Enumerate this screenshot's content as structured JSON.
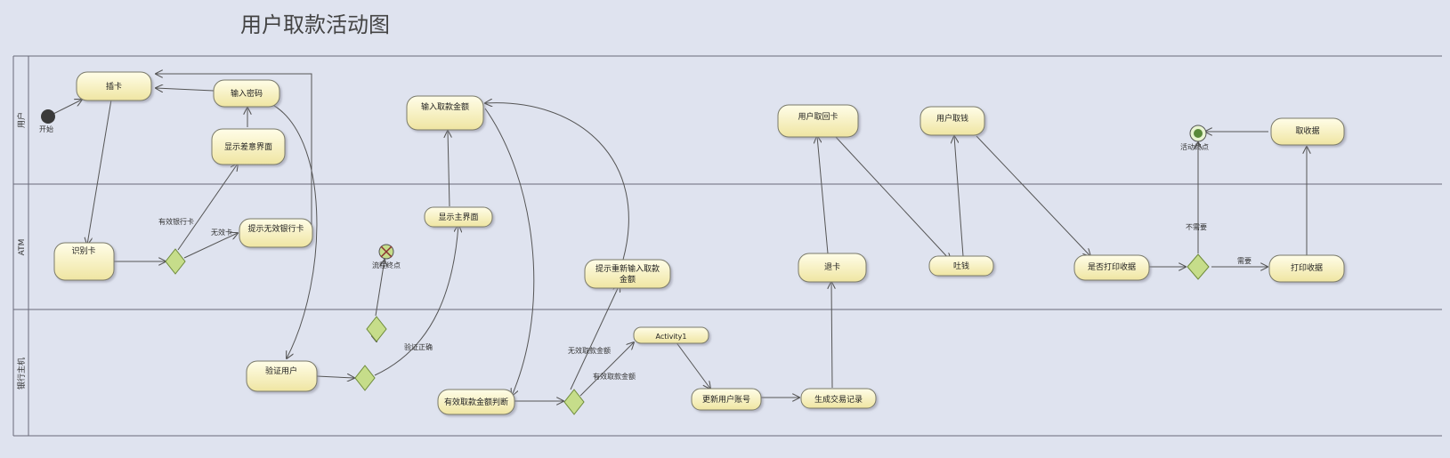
{
  "title": "用户取款活动图",
  "lanes": [
    {
      "id": "user",
      "label": "用户"
    },
    {
      "id": "atm",
      "label": "ATM"
    },
    {
      "id": "bank",
      "label": "银行主机"
    }
  ],
  "nodes": {
    "insert_card": "插卡",
    "enter_pwd": "输入密码",
    "show_error": "显示差意界面",
    "enter_amount": "输入取款金额",
    "take_card": "用户取回卡",
    "take_cash": "用户取钱",
    "take_receipt": "取收据",
    "identify_card": "识别卡",
    "invalid_card_prompt": "提示无效银行卡",
    "show_main": "显示主界面",
    "reenter_prompt_1": "提示重新输入取款",
    "reenter_prompt_2": "金额",
    "return_card": "退卡",
    "dispense": "吐钱",
    "print_ask": "是否打印收据",
    "print_receipt": "打印收据",
    "verify_user": "验证用户",
    "amount_check": "有效取款金额判断",
    "activity1": "Activity1",
    "update_account": "更新用户账号",
    "gen_record": "生成交易记录"
  },
  "markers": {
    "start": "开始",
    "flow_end": "流程终点",
    "activity_end": "活动终点"
  },
  "guards": {
    "valid_card": "有效银行卡",
    "invalid_card": "无效卡",
    "verify_ok": "验证正确",
    "invalid_amount": "无效取款金额",
    "valid_amount": "有效取款金额",
    "no_need": "不需要",
    "need": "需要"
  },
  "colors": {
    "background": "#dfe3ef",
    "node_fill_top": "#fffbe0",
    "node_fill_bottom": "#f1e8a8",
    "node_stroke": "#7a7a6a",
    "diamond_fill": "#c6dd8a",
    "diamond_stroke": "#6d8a3a",
    "line": "#555555",
    "lane_line": "#6a6a7a"
  }
}
